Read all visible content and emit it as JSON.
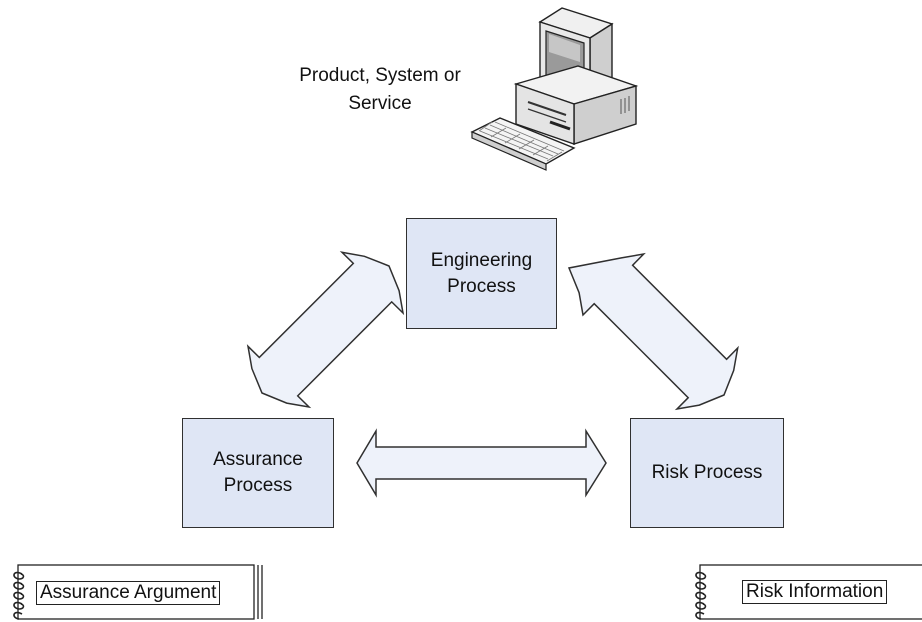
{
  "product": {
    "caption_line1": "Product, System or",
    "caption_line2": "Service",
    "icon": "desktop-computer-icon"
  },
  "nodes": {
    "engineering": {
      "line1": "Engineering",
      "line2": "Process"
    },
    "assurance": {
      "line1": "Assurance",
      "line2": "Process"
    },
    "risk": {
      "label": "Risk Process"
    }
  },
  "documents": {
    "assurance_argument": "Assurance Argument",
    "risk_information": "Risk Information",
    "icon": "spiral-notebook-icon"
  },
  "colors": {
    "box_fill": "#dfe6f5",
    "arrow_fill": "#eef2fa",
    "stroke": "#303030"
  }
}
